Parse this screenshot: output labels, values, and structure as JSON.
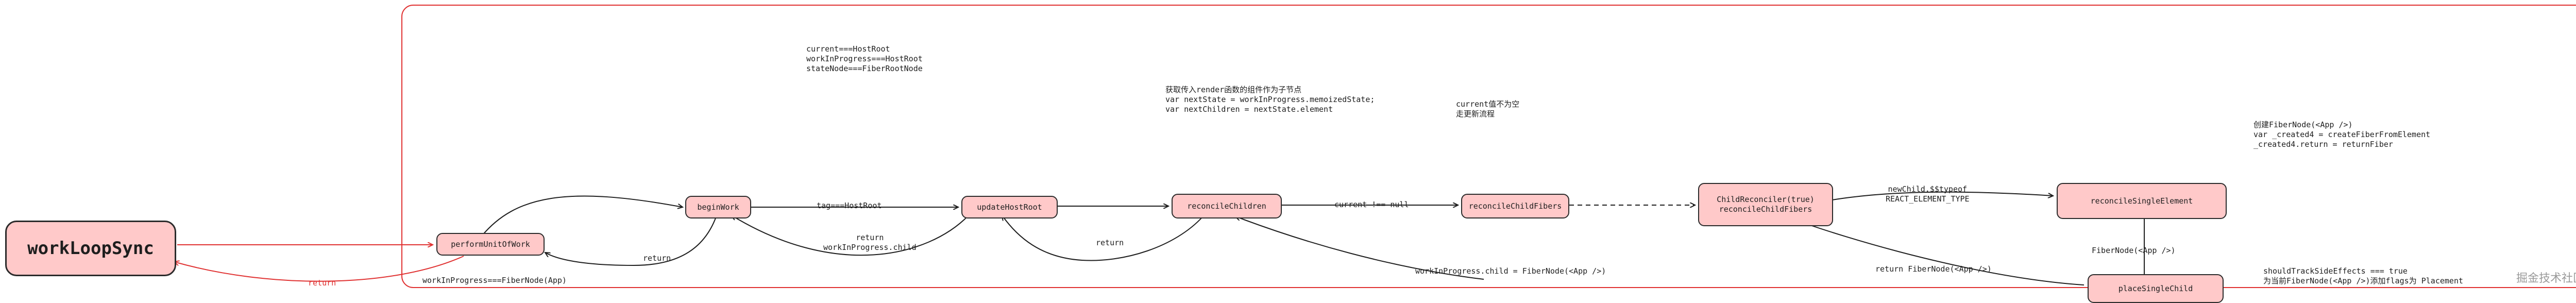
{
  "nodes": {
    "work_loop_sync": "workLoopSync",
    "perform_unit_of_work": "performUnitOfWork",
    "begin_work": "beginWork",
    "update_host_root": "updateHostRoot",
    "reconcile_children": "reconcileChildren",
    "reconcile_child_fibers": "reconcileChildFibers",
    "child_reconciler": "ChildReconciler(true)\nreconcileChildFibers",
    "reconcile_single_element": "reconcileSingleElement",
    "place_single_child": "placeSingleChild"
  },
  "labels": {
    "return_left": "return",
    "work_in_progress_app": "workInProgress===FiberNode(App)",
    "return_perform": "return",
    "tag_host_root": "tag===HostRoot",
    "current_state_note": "current===HostRoot\nworkInProgress===HostRoot\nstateNode===FiberRootNode",
    "return_work_in_progress_child": "return\nworkInProgress.child",
    "return_update": "return",
    "render_children_note": "获取传入render函数的组件作为子节点\nvar nextState = workInProgress.memoizedState;\nvar nextChildren = nextState.element",
    "current_not_null": "current !== null",
    "current_not_empty_note": "current值不为空\n走更新流程",
    "new_child_type": "newChild.$$typeof\nREACT_ELEMENT_TYPE",
    "create_fiber_note": "创建FiberNode(<App />)\nvar _created4 = createFiberFromElement\n_created4.return = returnFiber",
    "fiber_node_app_down": "FiberNode(<App />)",
    "work_in_progress_child_fiber": "workInProgress.child = FiberNode(<App />)",
    "return_fiber_node_app": "return FiberNode(<App />)",
    "should_track_note": "shouldTrackSideEffects === true\n为当前FiberNode(<App />)添加flags为 Placement"
  },
  "watermark": "掘金技术社区 @ 嘟嘟六大",
  "colors": {
    "node_fill": "#ffc9c9",
    "stroke": "#1e1e1e",
    "frame": "#e03131",
    "accent_red": "#e03131"
  }
}
